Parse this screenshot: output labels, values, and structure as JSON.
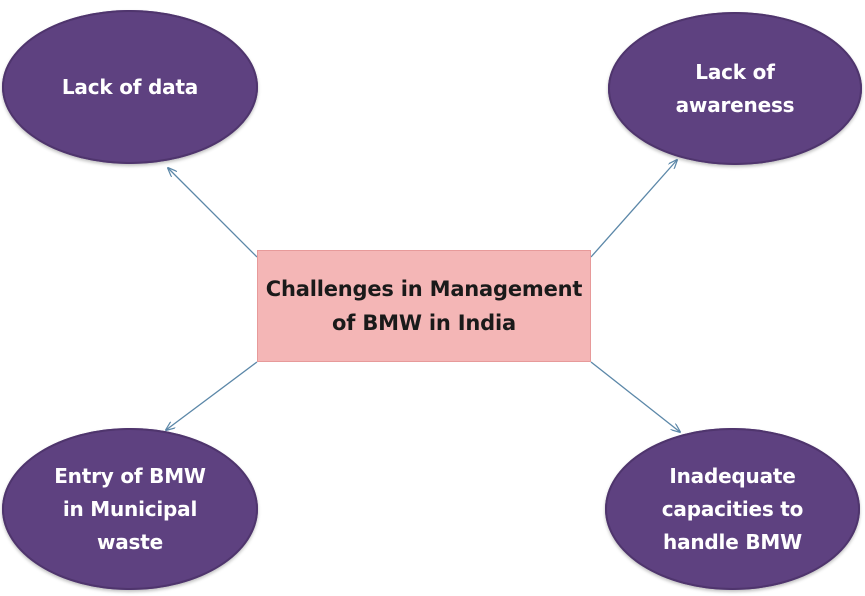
{
  "diagram": {
    "center": {
      "label": "Challenges in Management\nof BMW in India"
    },
    "nodes": [
      {
        "id": "lack-of-data",
        "label": "Lack of data"
      },
      {
        "id": "lack-of-awareness",
        "label": "Lack of\nawareness"
      },
      {
        "id": "entry-of-bmw",
        "label": "Entry of BMW\nin Municipal\nwaste"
      },
      {
        "id": "inadequate-capacities",
        "label": "Inadequate\ncapacities to\nhandle BMW"
      }
    ],
    "colors": {
      "node_fill": "#5e4180",
      "center_fill": "#f4b6b6",
      "connector": "#5b87a8"
    }
  }
}
